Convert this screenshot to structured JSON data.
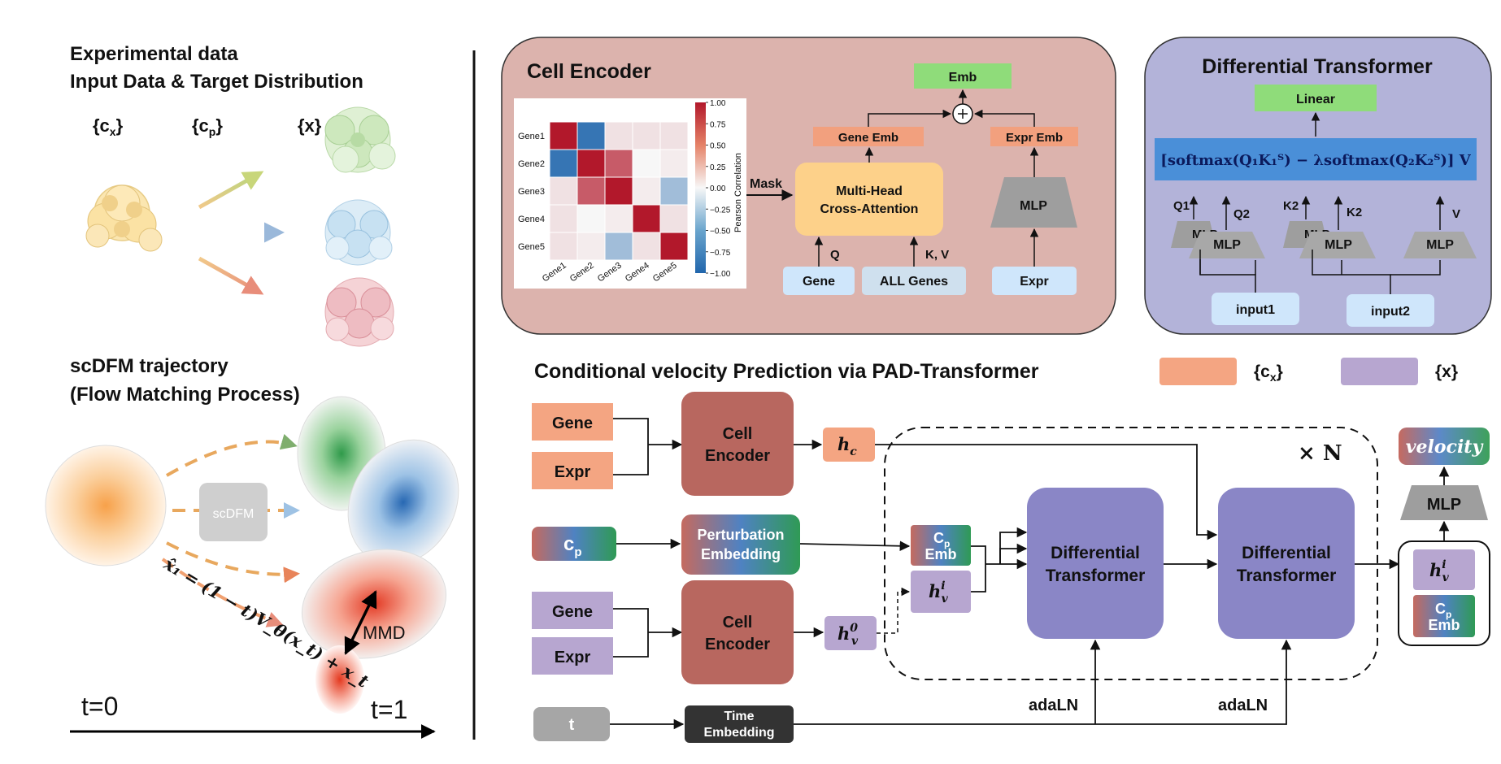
{
  "left_panel": {
    "title_line1": "Experimental  data",
    "title_line2": "Input Data & Target Distribution",
    "cx_label": "{c",
    "cx_sub": "x",
    "cx_close": "}",
    "cp_label": "{c",
    "cp_sub": "p",
    "cp_close": "}",
    "x_label": "{x}",
    "traj_title_line1": "scDFM trajectory",
    "traj_title_line2": "(Flow Matching Process)",
    "scdfm_box": "scDFM",
    "mmd_label": "MMD",
    "formula": "x̂₁ = (1 − t)V_θ(x_t) + x_t",
    "t0_label": "t=0",
    "t1_label": "t=1"
  },
  "cell_encoder_panel": {
    "title": "Cell Encoder",
    "heatmap": {
      "genes": [
        "Gene1",
        "Gene2",
        "Gene3",
        "Gene4",
        "Gene5"
      ],
      "matrix": [
        [
          1.0,
          -0.9,
          0.1,
          0.1,
          0.1
        ],
        [
          -0.9,
          1.0,
          0.7,
          0.0,
          0.05
        ],
        [
          0.1,
          0.7,
          1.0,
          0.05,
          -0.4
        ],
        [
          0.1,
          0.0,
          0.05,
          1.0,
          0.1
        ],
        [
          0.1,
          0.05,
          -0.4,
          0.1,
          1.0
        ]
      ],
      "colorbar_ticks": [
        "1.00",
        "0.75",
        "0.50",
        "0.25",
        "0.00",
        "−0.25",
        "−0.50",
        "−0.75",
        "−1.00"
      ],
      "colorbar_label": "Pearson Correlation"
    },
    "mask_label": "Mask",
    "emb": "Emb",
    "gene_emb": "Gene  Emb",
    "expr_emb": "Expr Emb",
    "cross_attention_line1": "Multi-Head",
    "cross_attention_line2": "Cross-Attention",
    "mlp": "MLP",
    "q_label": "Q",
    "kv_label": "K, V",
    "gene": "Gene",
    "all_genes": "ALL Genes",
    "expr": "Expr"
  },
  "diff_transformer_panel": {
    "title": "Differential Transformer",
    "linear": "Linear",
    "formula": "[softmax(Q₁K₁ᵀ) − λsoftmax(Q₂K₂ᵀ)] V",
    "q1": "Q1",
    "q2": "Q2",
    "k2a": "K2",
    "k2b": "K2",
    "v": "V",
    "mlp_a": "MLP",
    "mlp_b": "MLP",
    "mlp_c": "MLP",
    "mlp_d": "MLP",
    "mlp_e": "MLP",
    "input1": "input1",
    "input2": "input2"
  },
  "pad_panel": {
    "title": "Conditional velocity Prediction via PAD-Transformer",
    "legend_cx": "{c",
    "legend_cx_sub": "x",
    "legend_cx_close": "}",
    "legend_x": "{x}",
    "gene_top": "Gene",
    "expr_top": "Expr",
    "cell_encoder_top_line1": "Cell",
    "cell_encoder_top_line2": "Encoder",
    "hc": "h",
    "hc_sub": "c",
    "cp": "c",
    "cp_sub": "p",
    "pert_emb_line1": "Perturbation",
    "pert_emb_line2": "Embedding",
    "cp_emb_c": "C",
    "cp_emb_sub": "p",
    "cp_emb_word": "Emb",
    "hv": "h",
    "hv_sup": "i",
    "hv_sub": "v",
    "gene_bottom": "Gene",
    "expr_bottom": "Expr",
    "cell_encoder_bottom_line1": "Cell",
    "cell_encoder_bottom_line2": "Encoder",
    "hv0": "h",
    "hv0_sup": "0",
    "hv0_sub": "v",
    "dt1_line1": "Differential",
    "dt1_line2": "Transformer",
    "dt2_line1": "Differential",
    "dt2_line2": "Transformer",
    "times_n": "× N",
    "velocity": "velocity",
    "mlp": "MLP",
    "out_hv": "h",
    "out_hv_sup": "i",
    "out_hv_sub": "v",
    "out_cp_c": "C",
    "out_cp_sub": "p",
    "out_cp_word": "Emb",
    "t": "t",
    "time_emb_line1": "Time",
    "time_emb_line2": "Embedding",
    "adaln1": "adaLN",
    "adaln2": "adaLN"
  },
  "colors": {
    "cell_encoder_bg": "#dcb3ad",
    "diff_transformer_bg": "#b3b3d9",
    "cx_orange": "#f4a582",
    "x_purple": "#b7a6d0",
    "cell_encoder_block": "#b8675f",
    "dt_block": "#8a86c6",
    "green_emb": "#8fdc7a",
    "formula_blue": "#4a8fd8",
    "light_blue": "#cfe6fb",
    "gray_mlp": "#a6a6a6",
    "time_emb": "#333333",
    "cross_attn": "#fdd18a"
  }
}
